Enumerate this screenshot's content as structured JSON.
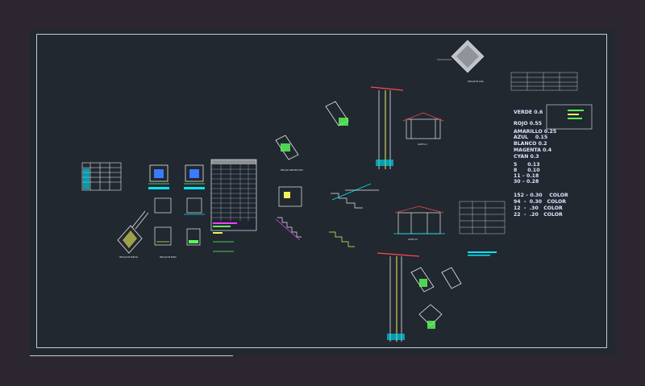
{
  "colors": {
    "background": "#2b2630",
    "viewport": "#212830",
    "sheet_border": "#c9ccd1",
    "legend_text": "#dfe4ff",
    "cyan": "#00e5ff",
    "green": "#5cff5c",
    "yellow": "#f2f25a",
    "magenta": "#ff3dff",
    "white": "#e8e8e8",
    "red": "#ff4a4a",
    "blue": "#3a7bff"
  },
  "legend": {
    "lines": [
      "VERDE 0.6",
      "ROJO 0.55",
      "AMARILLO 0.25",
      "AZUL    0.15",
      "BLANCO 0.2",
      "MAGENTA 0.4",
      "CYAN 0.3",
      "5      0.13",
      "8      0.10",
      "11 – 0.18",
      "30 – 0.28",
      "152 – 0.30    COLOR",
      "94  -  0.30   COLOR",
      "12  -  .30   COLOR",
      "22  -  .20   COLOR"
    ]
  },
  "labels": {
    "corte_cc": "CORTE C-C",
    "corte_aa": "CORTE  'AA'",
    "detalle_ant": "DETALLE CONSTRUCTIVO",
    "detalle_pile": "DETALLE DE MURO",
    "detalle_losa": "DETALLE DE LOSA",
    "detalle_cercha": "DETALLE DE CERCHA"
  }
}
